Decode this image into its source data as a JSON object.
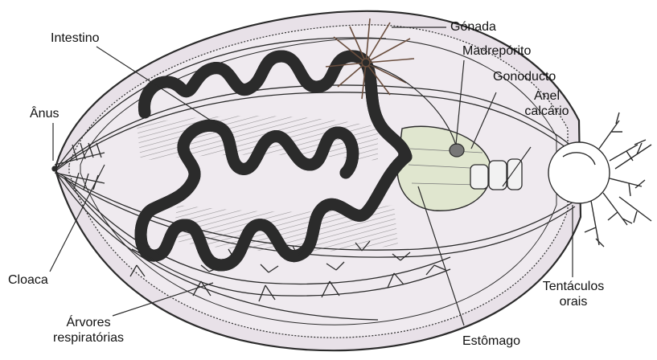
{
  "labels": {
    "intestino": "Intestino",
    "gonada": "Gónada",
    "madreporito": "Madrepórito",
    "gonoducto": "Gonoducto",
    "anel_line1": "Anel",
    "anel_line2": "calcário",
    "anus": "Ânus",
    "cloaca": "Cloaca",
    "arvores_line1": "Árvores",
    "arvores_line2": "respiratórias",
    "tentaculos_line1": "Tentáculos",
    "tentaculos_line2": "orais",
    "estomago": "Estômago"
  },
  "colors": {
    "ink": "#2b2b2b",
    "body_shade": "#e6dfe6",
    "gut_fill": "#ffffff",
    "gonad": "#6b4f3f",
    "highlight": "#dfe7c8"
  }
}
